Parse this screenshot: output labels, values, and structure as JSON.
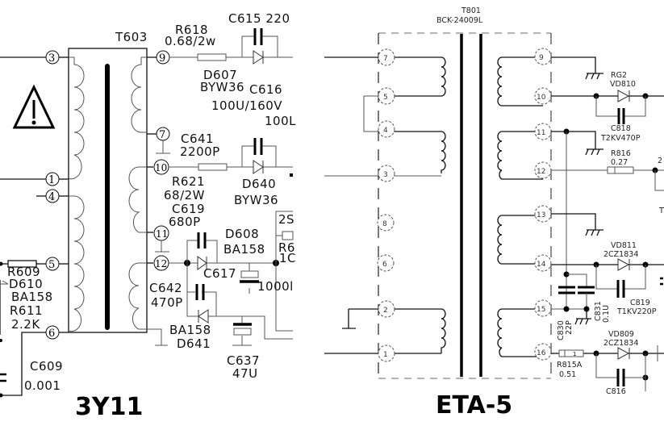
{
  "left_panel": {
    "title": "3Y11",
    "transformer": "T603",
    "warning_icon": "warning-triangle-icon",
    "pins": [
      "3",
      "1",
      "4",
      "5",
      "6",
      "9",
      "7",
      "10",
      "11",
      "12"
    ],
    "labels": {
      "r618": "R618",
      "r618_val": "0.68/2w",
      "c615": "C615 220",
      "d607": "D607",
      "d607_val": "BYW36",
      "c616": "C616",
      "c616_val": "100U/160V",
      "c616_cut": "100L",
      "c641": "C641",
      "c641_val": "2200P",
      "r621": "R621",
      "r621_val": "68/2W",
      "c619": "C619",
      "c619_val": "680P",
      "d640": "D640",
      "d640_val": "BYW36",
      "d608": "D608",
      "d608_val": "BA158",
      "c617": "C617",
      "c617_val": "1000l",
      "cut_2s": "2S",
      "cut_r6": "R6",
      "cut_10": "1C",
      "c642": "C642",
      "c642_val": "470P",
      "ba158": "BA158",
      "d641": "D641",
      "c637": "C637",
      "c637_val": "47U",
      "r609": "R609",
      "d610": "D610",
      "d610_val": "BA158",
      "r611": "R611",
      "r611_val": "2.2K",
      "c609": "C609",
      "c609_val": "0.001"
    }
  },
  "right_panel": {
    "title": "ETA-5",
    "transformer": "T801",
    "transformer_part": "BCK-24009L",
    "primary_pins": [
      "7",
      "5",
      "4",
      "3",
      "8",
      "6",
      "2",
      "1"
    ],
    "secondary_pins": [
      "9",
      "10",
      "11",
      "12",
      "13",
      "14",
      "15",
      "16"
    ],
    "labels": {
      "rg2": "RG2",
      "vd810": "VD810",
      "c818": "C818",
      "c818_val": "T2KV470P",
      "r816": "R816",
      "r816_val": "0.27",
      "cut_2": "2",
      "cut_t": "T",
      "vd811": "VD811",
      "vd811_val": "2CZ1834",
      "c819": "C819",
      "c819_val": "T1KV220P",
      "c830": "C830",
      "c830_val": "22P",
      "c831": "C831",
      "c831_val": "0.1U",
      "vd809": "VD809",
      "vd809_val": "2CZ1834",
      "r815a": "R815A",
      "r815a_val": "0.51",
      "r815a_mark": "1",
      "c816_cut": "C816"
    }
  }
}
